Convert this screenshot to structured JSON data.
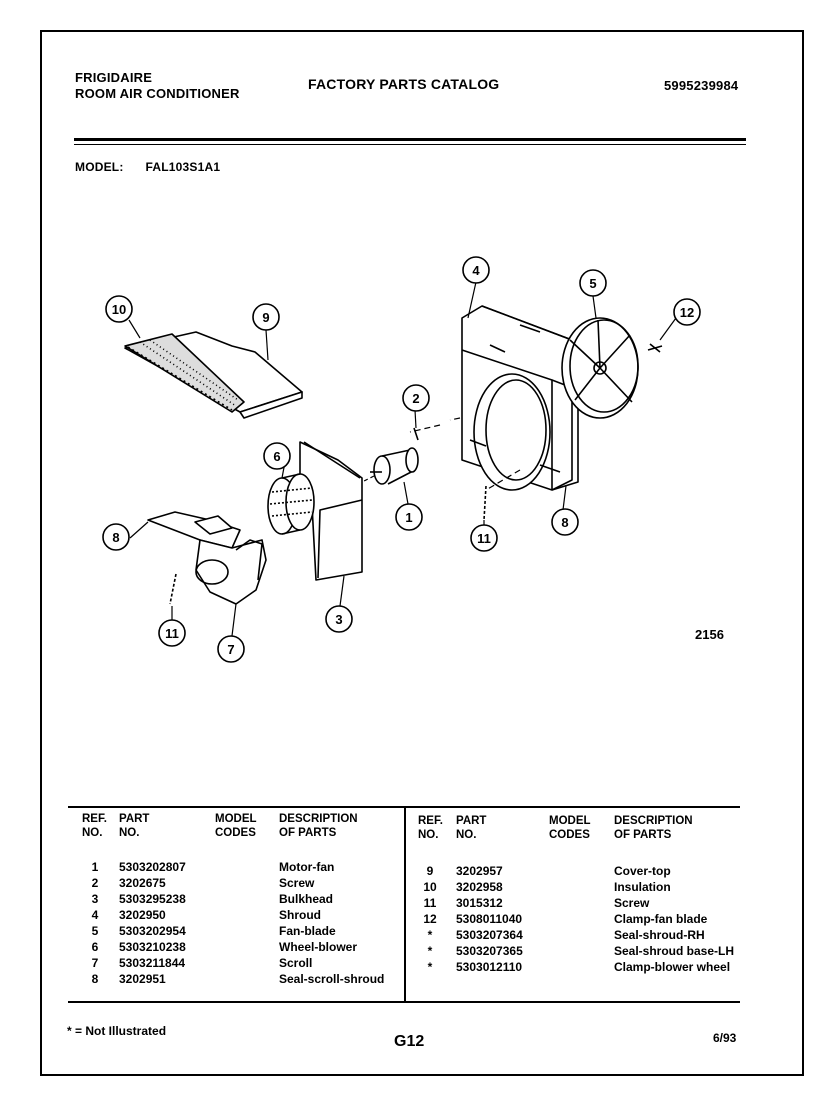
{
  "header": {
    "brand_line1": "FRIGIDAIRE",
    "brand_line2": "ROOM AIR CONDITIONER",
    "catalog_title": "FACTORY PARTS CATALOG",
    "catalog_number": "5995239984",
    "model_label": "MODEL:",
    "model_value": "FAL103S1A1"
  },
  "diagram": {
    "figure_number": "2156",
    "callouts": [
      "1",
      "2",
      "3",
      "4",
      "5",
      "6",
      "7",
      "8",
      "8",
      "9",
      "10",
      "11",
      "11",
      "12"
    ]
  },
  "table": {
    "headers": {
      "ref": [
        "REF.",
        "NO."
      ],
      "part": [
        "PART",
        "NO."
      ],
      "model": [
        "MODEL",
        "CODES"
      ],
      "desc": [
        "DESCRIPTION",
        "OF PARTS"
      ]
    },
    "left_rows": [
      {
        "ref": "1",
        "part": "5303202807",
        "desc": "Motor-fan"
      },
      {
        "ref": "2",
        "part": "3202675",
        "desc": "Screw"
      },
      {
        "ref": "3",
        "part": "5303295238",
        "desc": "Bulkhead"
      },
      {
        "ref": "4",
        "part": "3202950",
        "desc": "Shroud"
      },
      {
        "ref": "5",
        "part": "5303202954",
        "desc": "Fan-blade"
      },
      {
        "ref": "6",
        "part": "5303210238",
        "desc": "Wheel-blower"
      },
      {
        "ref": "7",
        "part": "5303211844",
        "desc": "Scroll"
      },
      {
        "ref": "8",
        "part": "3202951",
        "desc": "Seal-scroll-shroud"
      }
    ],
    "right_rows": [
      {
        "ref": "9",
        "part": "3202957",
        "desc": "Cover-top"
      },
      {
        "ref": "10",
        "part": "3202958",
        "desc": "Insulation"
      },
      {
        "ref": "11",
        "part": "3015312",
        "desc": "Screw"
      },
      {
        "ref": "12",
        "part": "5308011040",
        "desc": "Clamp-fan blade"
      },
      {
        "ref": "*",
        "part": "5303207364",
        "desc": "Seal-shroud-RH"
      },
      {
        "ref": "*",
        "part": "5303207365",
        "desc": "Seal-shroud base-LH"
      },
      {
        "ref": "*",
        "part": "5303012110",
        "desc": "Clamp-blower wheel"
      }
    ]
  },
  "footer": {
    "note": "* = Not Illustrated",
    "page": "G12",
    "date": "6/93"
  }
}
